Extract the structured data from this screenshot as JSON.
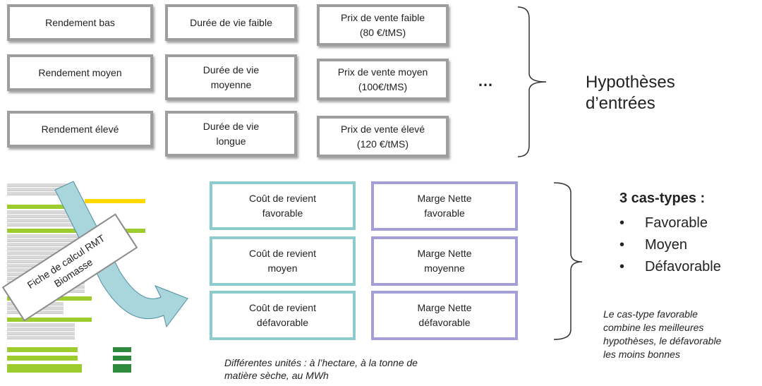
{
  "hypotheses": {
    "rendement": [
      "Rendement bas",
      "Rendement moyen",
      "Rendement élevé"
    ],
    "duree": [
      "Durée de vie faible",
      "Durée de vie\nmoyenne",
      "Durée de vie\nlongue"
    ],
    "prix": [
      "Prix de vente faible\n(80 €/tMS)",
      "Prix de vente moyen\n(100€/tMS)",
      "Prix de vente élevé\n(120 €/tMS)"
    ],
    "ellipsis": "…",
    "label": "Hypothèses\nd’entrées"
  },
  "cout": [
    "Coût de revient\nfavorable",
    "Coût de revient\nmoyen",
    "Coût de revient\ndéfavorable"
  ],
  "marge": [
    "Marge Nette\nfavorable",
    "Marge Nette\nmoyenne",
    "Marge Nette\ndéfavorable"
  ],
  "cas_types": {
    "title": "3 cas-types :",
    "items": [
      "Favorable",
      "Moyen",
      "Défavorable"
    ],
    "bullet": "•",
    "note": "Le cas-type favorable\ncombine les meilleures\nhypothèses, le défavorable\nles moins bonnes"
  },
  "units_note": "Différentes unités  : à l’hectare, à la tonne de\nmatière sèche, au MWh",
  "arrow_label": "Fiche de calcul RMT\nBiomasse",
  "colors": {
    "gray_border": "#9e9e9e",
    "teal_border": "#8ccccc",
    "purple_border": "#a49fd6",
    "arrow_fill": "#a9d5dc",
    "sheet_green": "#9ccc2e",
    "sheet_yellow": "#ffd800"
  }
}
